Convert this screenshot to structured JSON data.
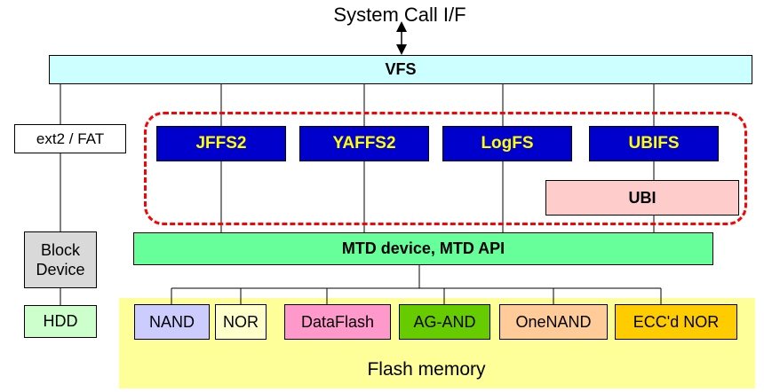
{
  "title": "System Call I/F",
  "vfs": "VFS",
  "block_layer": {
    "ext2_fat": "ext2 / FAT",
    "block_device": "Block Device",
    "hdd": "HDD"
  },
  "flash_filesystems": [
    "JFFS2",
    "YAFFS2",
    "LogFS",
    "UBIFS"
  ],
  "ubi": "UBI",
  "mtd": "MTD device, MTD API",
  "flash_chips": [
    "NAND",
    "NOR",
    "DataFlash",
    "AG-AND",
    "OneNAND",
    "ECC'd NOR"
  ],
  "flash_memory_label": "Flash memory",
  "colors": {
    "vfs": "#ccffff",
    "fs_box": "#0000cc",
    "fs_text": "#ffff00",
    "ubi": "#ffcccc",
    "mtd": "#66ff99",
    "block_device": "#d9d9d9",
    "hdd": "#ccffcc",
    "flash_area": "#ffff99",
    "dashed_outline": "#ff0000",
    "nand": "#ccccff",
    "nor": "#ffffcc",
    "dataflash": "#ff99cc",
    "ag_and": "#66cc00",
    "onenand": "#ffcc99",
    "eccd_nor": "#ffcc00"
  }
}
